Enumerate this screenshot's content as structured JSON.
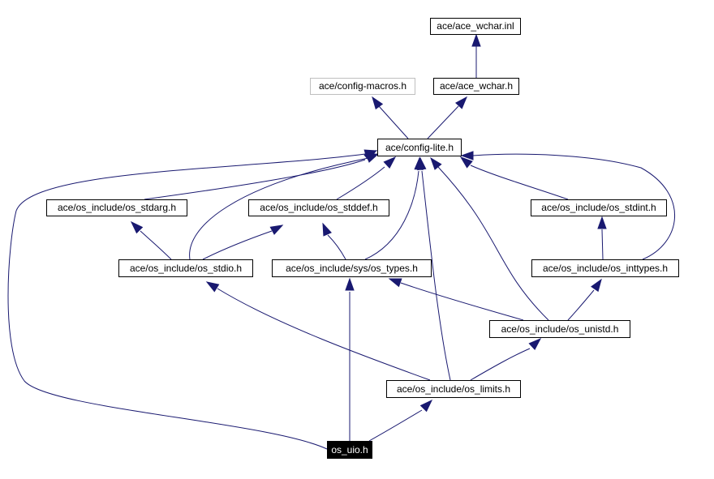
{
  "diagram": {
    "edge_color": "#191970",
    "nodes": {
      "ace_wchar_inl": {
        "label": "ace/ace_wchar.inl"
      },
      "ace_wchar_h": {
        "label": "ace/ace_wchar.h"
      },
      "config_macros": {
        "label": "ace/config-macros.h",
        "style": "gray"
      },
      "config_lite": {
        "label": "ace/config-lite.h"
      },
      "os_stdarg": {
        "label": "ace/os_include/os_stdarg.h"
      },
      "os_stddef": {
        "label": "ace/os_include/os_stddef.h"
      },
      "os_stdint": {
        "label": "ace/os_include/os_stdint.h"
      },
      "os_stdio": {
        "label": "ace/os_include/os_stdio.h"
      },
      "sys_os_types": {
        "label": "ace/os_include/sys/os_types.h"
      },
      "os_inttypes": {
        "label": "ace/os_include/os_inttypes.h"
      },
      "os_unistd": {
        "label": "ace/os_include/os_unistd.h"
      },
      "os_limits": {
        "label": "ace/os_include/os_limits.h"
      },
      "os_uio": {
        "label": "os_uio.h",
        "style": "current"
      }
    },
    "edges": [
      {
        "from": "ace_wchar_h",
        "to": "ace_wchar_inl"
      },
      {
        "from": "config_lite",
        "to": "config_macros"
      },
      {
        "from": "config_lite",
        "to": "ace_wchar_h"
      },
      {
        "from": "os_stdarg",
        "to": "config_lite"
      },
      {
        "from": "os_stddef",
        "to": "config_lite"
      },
      {
        "from": "os_stdint",
        "to": "config_lite"
      },
      {
        "from": "os_stdio",
        "to": "config_lite"
      },
      {
        "from": "os_stdio",
        "to": "os_stdarg"
      },
      {
        "from": "os_stdio",
        "to": "os_stddef"
      },
      {
        "from": "sys_os_types",
        "to": "config_lite"
      },
      {
        "from": "sys_os_types",
        "to": "os_stddef"
      },
      {
        "from": "os_inttypes",
        "to": "config_lite"
      },
      {
        "from": "os_inttypes",
        "to": "os_stdint"
      },
      {
        "from": "os_unistd",
        "to": "config_lite"
      },
      {
        "from": "os_unistd",
        "to": "sys_os_types"
      },
      {
        "from": "os_unistd",
        "to": "os_inttypes"
      },
      {
        "from": "os_limits",
        "to": "config_lite"
      },
      {
        "from": "os_limits",
        "to": "os_stdio"
      },
      {
        "from": "os_limits",
        "to": "os_unistd"
      },
      {
        "from": "os_uio",
        "to": "config_lite"
      },
      {
        "from": "os_uio",
        "to": "sys_os_types"
      },
      {
        "from": "os_uio",
        "to": "os_limits"
      }
    ]
  }
}
